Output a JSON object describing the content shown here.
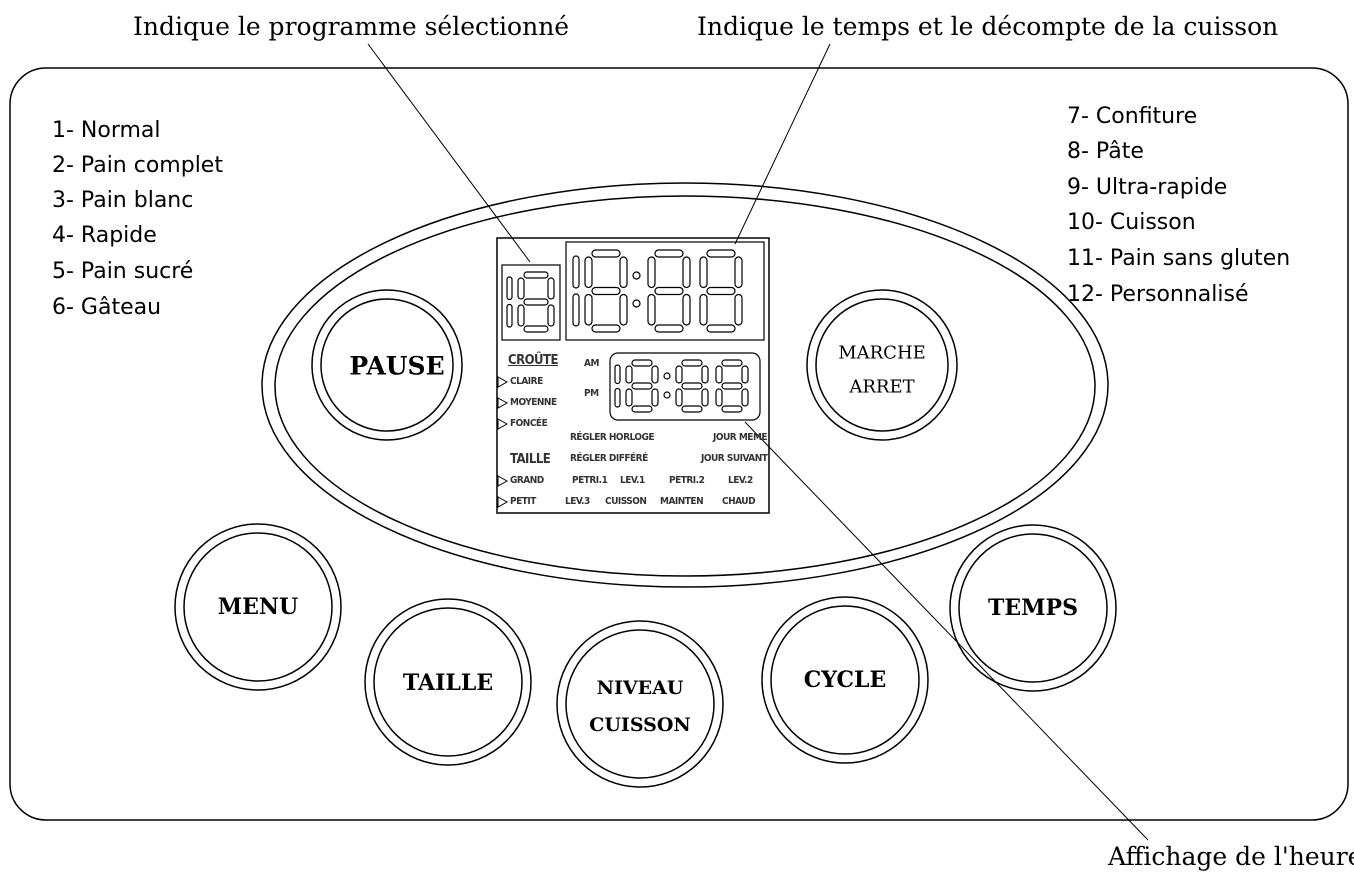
{
  "callouts": {
    "programme": "Indique le programme sélectionné",
    "temps": "Indique le temps et le décompte de la cuisson",
    "heure": "Affichage de l'heure"
  },
  "programs_left": [
    "1- Normal",
    "2- Pain complet",
    "3- Pain blanc",
    "4- Rapide",
    "5- Pain sucré",
    "6- Gâteau"
  ],
  "programs_right": [
    "7- Confiture",
    "8- Pâte",
    "9- Ultra-rapide",
    "10- Cuisson",
    "11- Pain sans gluten",
    "12- Personnalisé"
  ],
  "buttons": {
    "pause": "PAUSE",
    "marche": "MARCHE",
    "arret": "ARRET",
    "menu": "MENU",
    "taille": "TAILLE",
    "niveau": "NIVEAU",
    "cuisson": "CUISSON",
    "cycle": "CYCLE",
    "temps": "TEMPS"
  },
  "lcd": {
    "croute": "CROÛTE",
    "claire": "CLAIRE",
    "moyenne": "MOYENNE",
    "foncee": "FONCÉE",
    "am": "AM",
    "pm": "PM",
    "taille": "TAILLE",
    "grand": "GRAND",
    "petit": "PETIT",
    "regler_horloge": "RÉGLER HORLOGE",
    "jour_meme": "JOUR MEME",
    "regler_differe": "RÉGLER DIFFÉRÉ",
    "jour_suivant": "JOUR SUIVANT",
    "petri1": "PETRI.1",
    "lev1": "LEV.1",
    "petri2": "PETRI.2",
    "lev2": "LEV.2",
    "lev3": "LEV.3",
    "cuisson": "CUISSON",
    "mainten": "MAINTEN",
    "chaud": "CHAUD"
  }
}
